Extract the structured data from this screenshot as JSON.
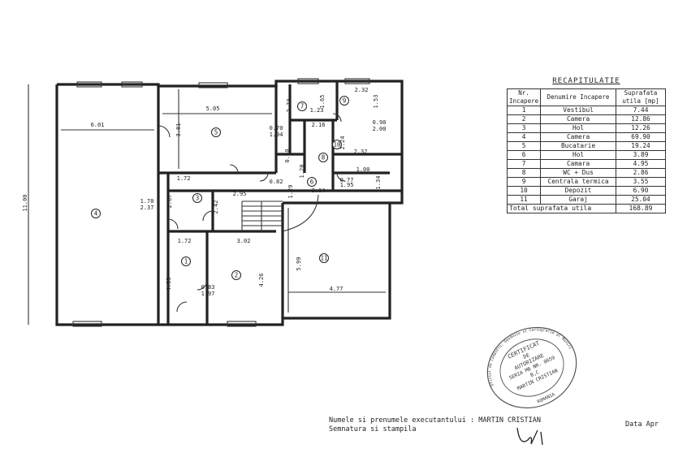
{
  "recap": {
    "title": "RECAPITULATIE",
    "headers": [
      "Nr. Incapere",
      "Denumire Incapere",
      "Suprafata utila [mp]"
    ],
    "rows": [
      [
        "1",
        "Vestibul",
        "7.44"
      ],
      [
        "2",
        "Camera",
        "12.86"
      ],
      [
        "3",
        "Hol",
        "12.26"
      ],
      [
        "4",
        "Camera",
        "69.90"
      ],
      [
        "5",
        "Bucatarie",
        "19.24"
      ],
      [
        "6",
        "Hol",
        "3.89"
      ],
      [
        "7",
        "Camara",
        "4.95"
      ],
      [
        "8",
        "WC + Dus",
        "2.86"
      ],
      [
        "9",
        "Centrala termica",
        "3.55"
      ],
      [
        "10",
        "Depozit",
        "6.90"
      ],
      [
        "11",
        "Garaj",
        "25.04"
      ]
    ],
    "total_label": "Total suprafata utila",
    "total_value": "168.89"
  },
  "plan": {
    "rooms": [
      "1",
      "2",
      "3",
      "4",
      "5",
      "6",
      "7",
      "8",
      "9",
      "10",
      "11"
    ],
    "dims": {
      "d601": "6.01",
      "d505": "5.05",
      "d381": "3.81",
      "d273": "2.73",
      "d232": "2.32",
      "d123": "1.23",
      "d153": "1.53",
      "d165": "1.65",
      "d070": "0.70",
      "d194": "1.94",
      "d172a": "1.72",
      "d295": "2.95",
      "d304": "3.04",
      "d267": "2.67",
      "d242": "2.42",
      "d170": "1.70",
      "d237": "2.37",
      "d172b": "1.72",
      "d302": "3.02",
      "d433": "4.33",
      "d426": "4.26",
      "d599": "5.99",
      "d477": "4.77",
      "d1100": "11.00",
      "d232b": "2.32",
      "d134": "1.34",
      "d216": "2.16",
      "d129": "1.29",
      "d083": "0.83",
      "d197": "1.97",
      "d090": "0.90",
      "d200": "2.00",
      "d100": "1.00",
      "d120": "1.20",
      "d077": "0.77",
      "d195": "1.95",
      "d082": "0.82",
      "d080": "0.80",
      "d224": "2.24"
    }
  },
  "footer": {
    "line1": "Numele si prenumele executantului : MARTIN CRISTIAN",
    "line2": "Semnatura si stampila",
    "date": "Data Apr"
  },
  "stamp": {
    "outer": "Oficiul de Cadastru, Geodezie si Cartografie al Municipiului Bucuresti",
    "center": [
      "CERTIFICAT",
      "DE",
      "AUTORIZARE",
      "SERIA MB NR. 0659",
      "B,C",
      "MARTIN CRISTIAN"
    ],
    "bottom": "ROMANIA"
  }
}
